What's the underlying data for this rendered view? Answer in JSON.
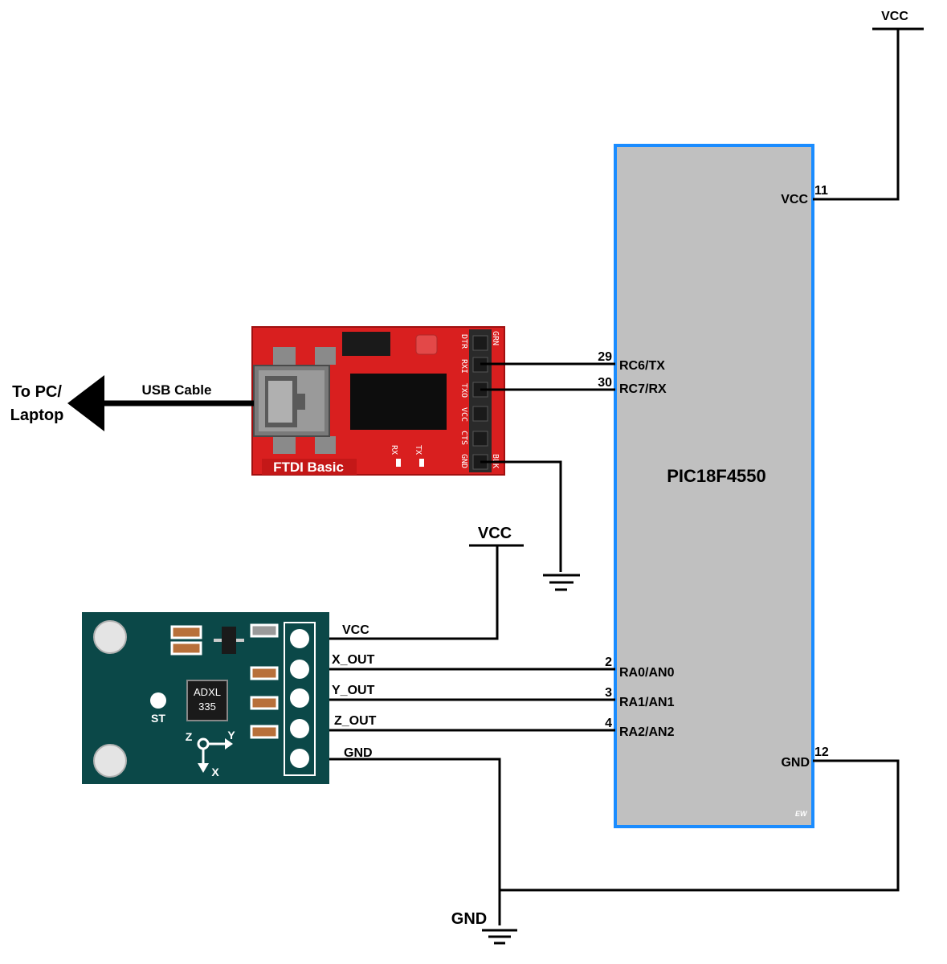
{
  "mcu": {
    "name": "PIC18F4550",
    "watermark": "EW",
    "pins": {
      "vcc": {
        "num": "11",
        "label": "VCC"
      },
      "gnd": {
        "num": "12",
        "label": "GND"
      },
      "rc6": {
        "num": "29",
        "label": "RC6/TX"
      },
      "rc7": {
        "num": "30",
        "label": "RC7/RX"
      },
      "ra0": {
        "num": "2",
        "label": "RA0/AN0"
      },
      "ra1": {
        "num": "3",
        "label": "RA1/AN1"
      },
      "ra2": {
        "num": "4",
        "label": "RA2/AN2"
      }
    }
  },
  "power": {
    "vcc_top": "VCC",
    "vcc_mid": "VCC",
    "gnd_bottom": "GND"
  },
  "ftdi": {
    "name": "FTDI Basic",
    "header_labels": [
      "DTR",
      "RXI",
      "TXO",
      "VCC",
      "CTS",
      "GND"
    ],
    "header_end_top": "GRN",
    "header_end_bottom": "BLK",
    "led_rx": "RX",
    "led_tx": "TX"
  },
  "usb": {
    "cable_label": "USB Cable",
    "destination_line1": "To PC/",
    "destination_line2": "Laptop"
  },
  "adxl": {
    "chip_line1": "ADXL",
    "chip_line2": "335",
    "st_label": "ST",
    "axis_z": "Z",
    "axis_y": "Y",
    "axis_x": "X",
    "wires": {
      "vcc": "VCC",
      "x_out": "X_OUT",
      "y_out": "Y_OUT",
      "z_out": "Z_OUT",
      "gnd": "GND"
    }
  },
  "colors": {
    "mcu_fill": "#c0c0c0",
    "mcu_border": "#1a8cff",
    "ftdi_red": "#d91f1f",
    "adxl_board": "#0b4848"
  }
}
